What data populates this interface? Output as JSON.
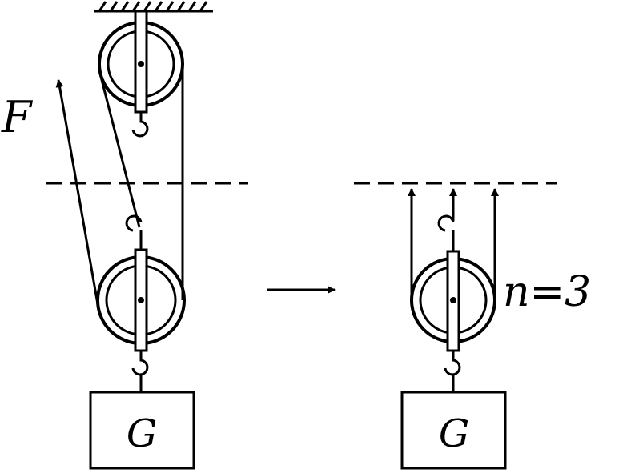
{
  "labels": {
    "force": "F",
    "weight_left": "G",
    "weight_right": "G",
    "rope_count": "n=3"
  },
  "colors": {
    "ink": "#000000",
    "background": "#ffffff"
  }
}
